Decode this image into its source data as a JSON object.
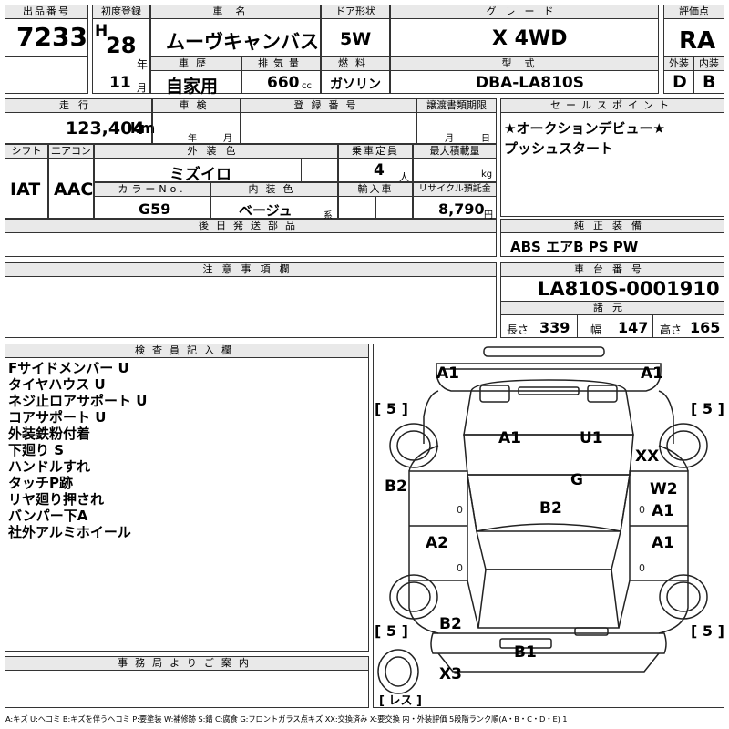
{
  "headers": {
    "lot_no": "出品番号",
    "first_reg": "初度登録",
    "car_name": "車名",
    "door": "ドア形状",
    "grade": "グレード",
    "score": "評価点",
    "history": "車歴",
    "displacement": "排気量",
    "fuel": "燃料",
    "model_code": "型式",
    "exterior": "外装",
    "interior": "内装",
    "mileage": "走行",
    "inspection": "車検",
    "reg_no": "登録番号",
    "transfer_deadline": "譲渡書類期限",
    "sales_point": "セールスポイント",
    "shift": "シフト",
    "aircon": "エアコン",
    "ext_color": "外装色",
    "capacity": "乗車定員",
    "max_load": "最大積載量",
    "color_no": "カラーNo.",
    "int_color": "内装色",
    "import": "輸入車",
    "recycle": "リサイクル預託金",
    "later_parts": "後日発送部品",
    "genuine": "純正装備",
    "caution": "注意事項欄",
    "chassis": "車台番号",
    "dimensions": "諸元",
    "inspector": "検査員記入欄",
    "office": "事務局よりご案内"
  },
  "lot_no": "7233",
  "first_reg": {
    "era": "H",
    "year": "28",
    "year_unit": "年",
    "month": "11",
    "month_unit": "月"
  },
  "car_name": "ムーヴキャンバス",
  "door": "5W",
  "grade": "X 4WD",
  "score": "RA",
  "history": "自家用",
  "displacement": "660",
  "displacement_unit": "cc",
  "fuel": "ガソリン",
  "model_code": "DBA-LA810S",
  "exterior_grade": "D",
  "interior_grade": "B",
  "mileage": "123,404",
  "mileage_unit": "km",
  "inspection_year_unit": "年",
  "inspection_month_unit": "月",
  "transfer_month_unit": "月",
  "transfer_day_unit": "日",
  "sales_points": [
    "★オークションデビュー★",
    "プッシュスタート"
  ],
  "shift": "IAT",
  "aircon": "AAC",
  "ext_color": "ミズイロ",
  "capacity": "4",
  "capacity_unit": "人",
  "max_load_unit": "kg",
  "color_no": "G59",
  "int_color": "ベージュ",
  "int_color_suffix": "系",
  "recycle": "8,790",
  "recycle_unit": "円",
  "genuine": "ABS エアB PS PW",
  "chassis_no": "LA810S-0001910",
  "dims": {
    "length_label": "長さ",
    "length": "339",
    "width_label": "幅",
    "width": "147",
    "height_label": "高さ",
    "height": "165"
  },
  "inspector_notes": [
    "Fサイドメンバー U",
    "タイヤハウス U",
    "ネジ止ロアサポート U",
    "コアサポート U",
    "外装鉄粉付着",
    "下廻り S",
    "ハンドルすれ",
    "タッチP跡",
    "リヤ廻り押され",
    "バンパー下A",
    "社外アルミホイール"
  ],
  "diagram": {
    "a1_front_left": "A1",
    "a1_front_right": "A1",
    "a1_hood": "A1",
    "u1_hood": "U1",
    "xx_right": "XX",
    "g_windshield": "G",
    "b2_left": "B2",
    "w2_right": "W2",
    "b2_roof": "B2",
    "a1_right_door_front": "A1",
    "a2_left_door_rear": "A2",
    "a1_right_door_rear": "A1",
    "b2_rear_left": "B2",
    "b1_rear": "B1",
    "x3_rear": "X3",
    "tire_fl": "[ 5 ]",
    "tire_fr": "[ 5 ]",
    "tire_rl": "[ 5 ]",
    "tire_rr": "[ 5 ]",
    "spare": "[ レス ]"
  },
  "legend": "A:キズ U:ヘコミ B:キズを伴うヘコミ P:要塗装 W:補修跡 S:錆 C:腐食 G:フロントガラス点キズ XX:交換済み X:要交換 内・外装評価 5段階ランク順(A・B・C・D・E) 1"
}
